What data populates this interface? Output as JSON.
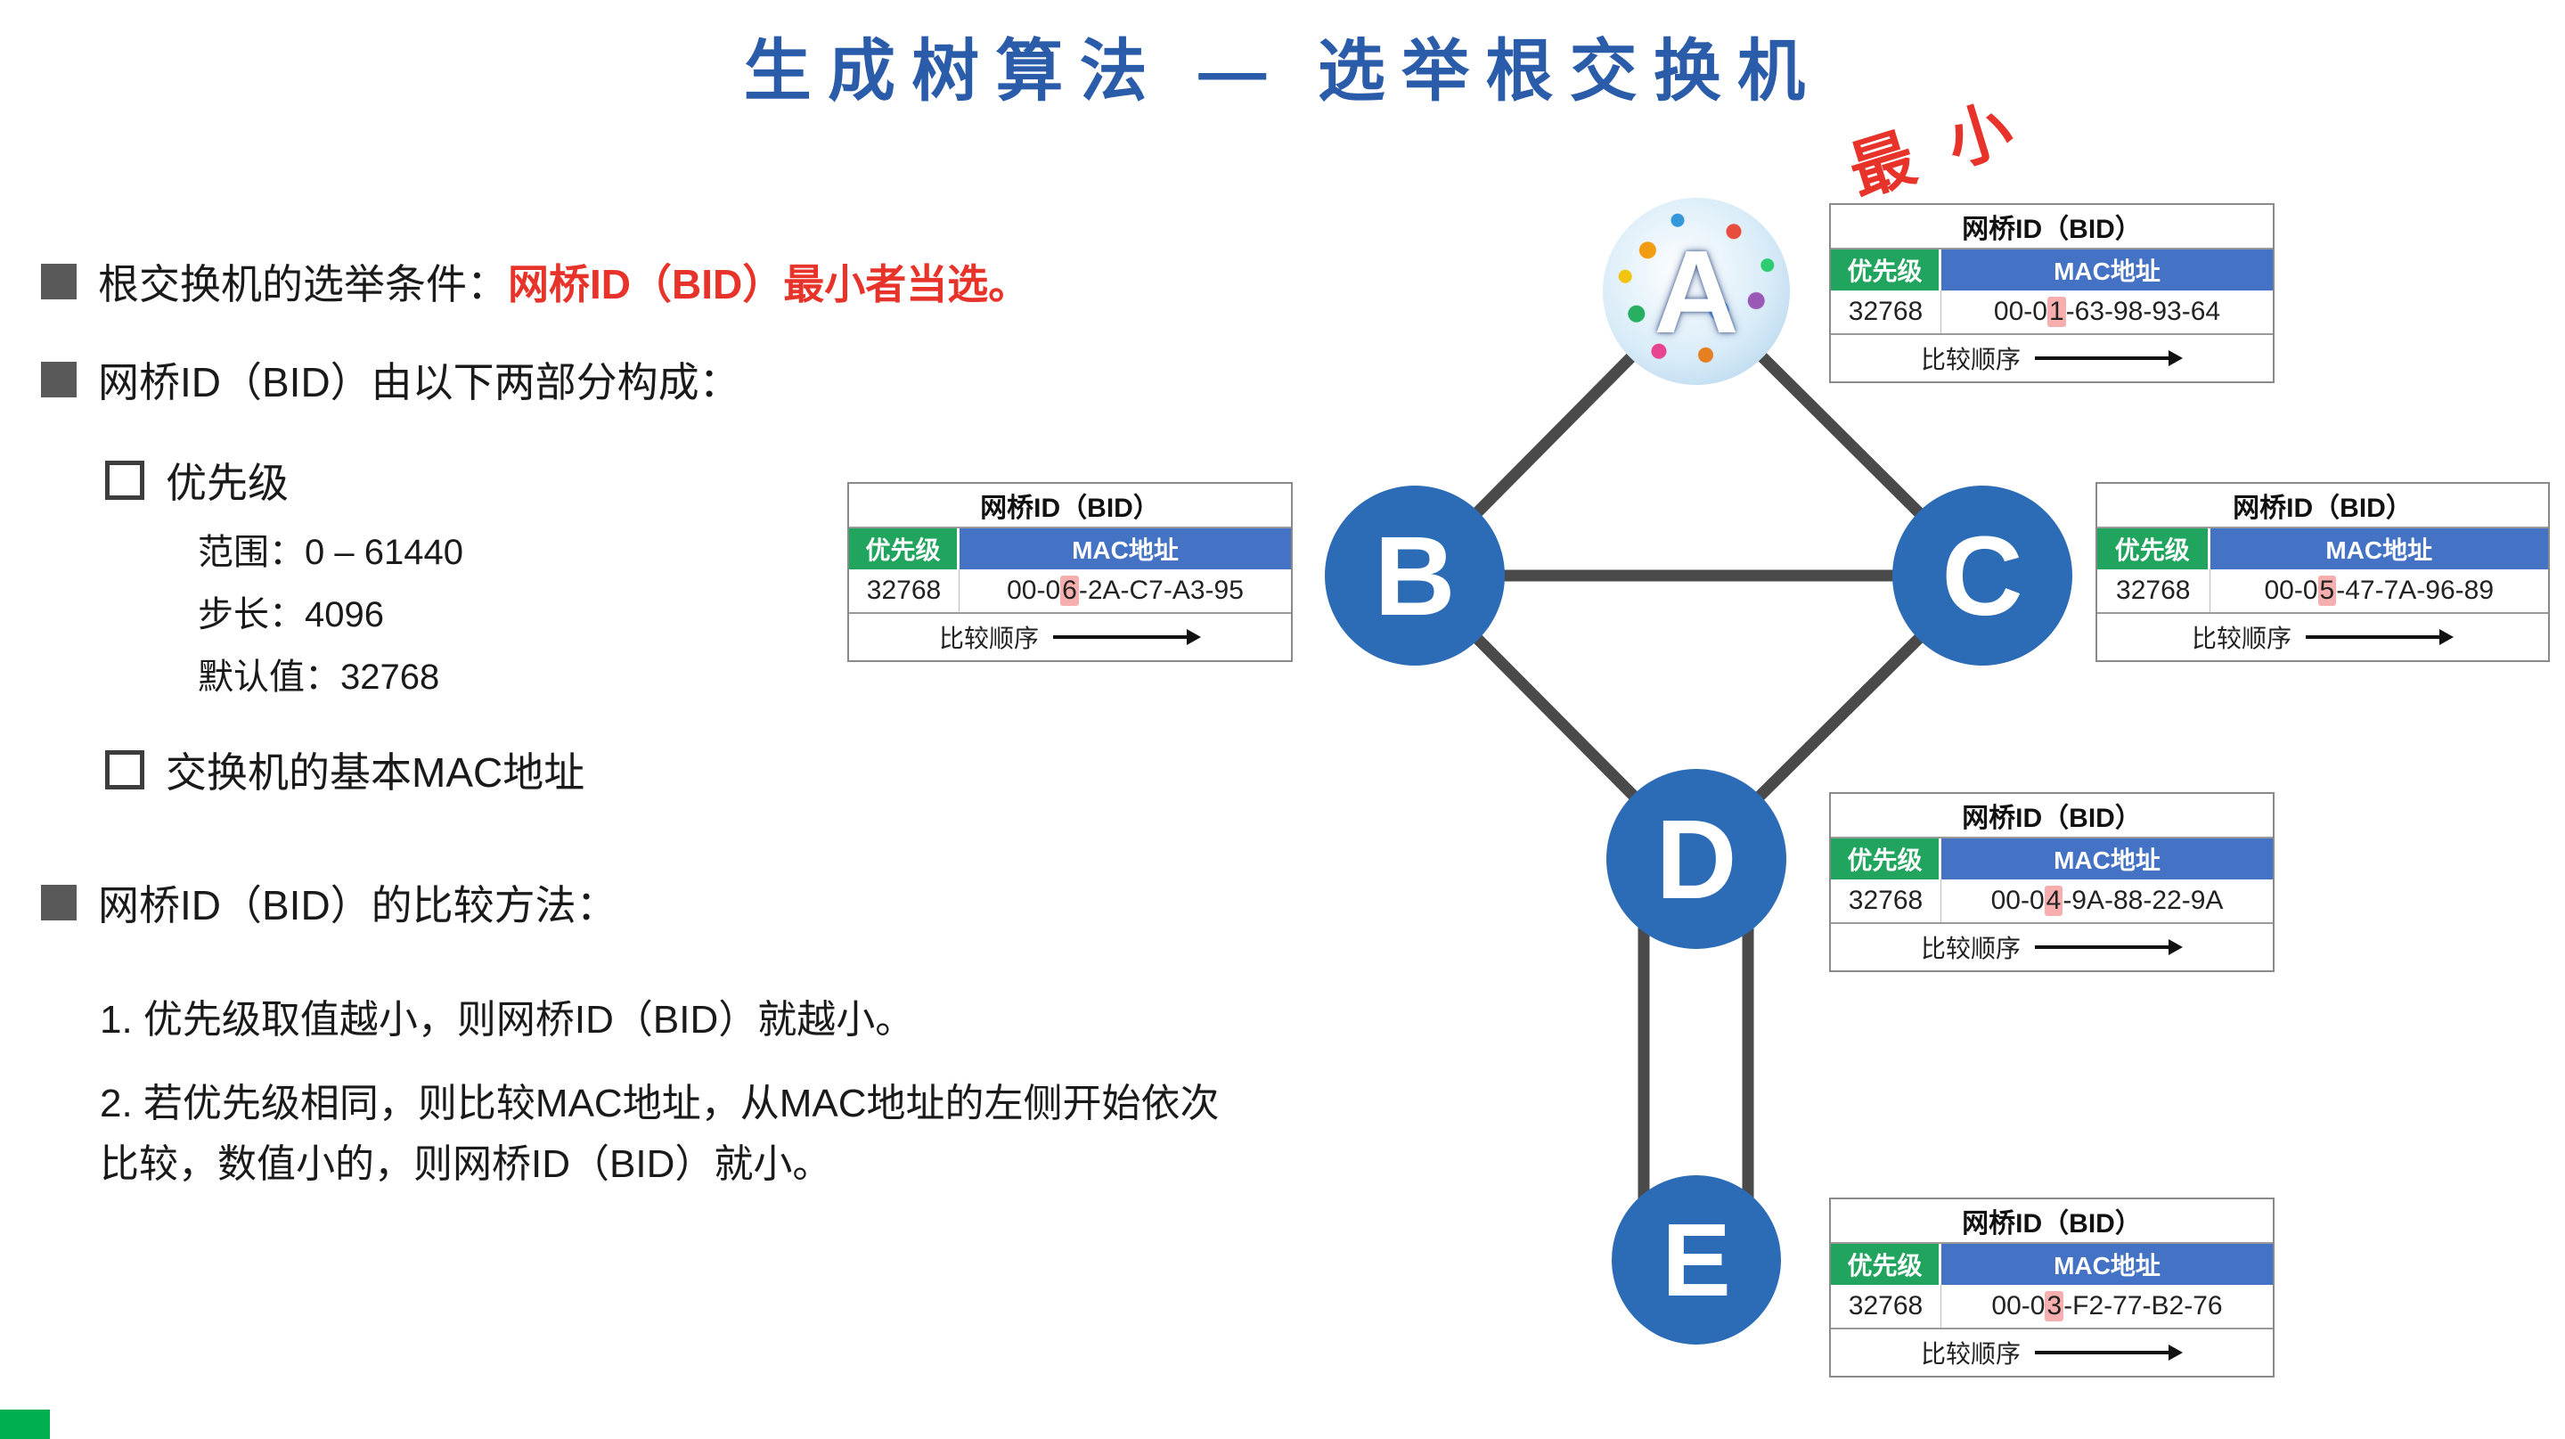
{
  "title": "生成树算法 — 选举根交换机",
  "left": {
    "bullet1_prefix": "根交换机的选举条件：",
    "bullet1_highlight": "网桥ID（BID）最小者当选。",
    "bullet2": "网桥ID（BID）由以下两部分构成：",
    "sub1_label": "优先级",
    "sub1_items": [
      "范围：0 – 61440",
      "步长：4096",
      "默认值：32768"
    ],
    "sub2_label": "交换机的基本MAC地址",
    "bullet3": "网桥ID（BID）的比较方法：",
    "method1": "1. 优先级取值越小，则网桥ID（BID）就越小。",
    "method2": "2. 若优先级相同，则比较MAC地址，从MAC地址的左侧开始依次比较，数值小的，则网桥ID（BID）就小。"
  },
  "annotation": {
    "min_label": "最 小"
  },
  "topology": {
    "nodes": [
      {
        "label": "A"
      },
      {
        "label": "B"
      },
      {
        "label": "C"
      },
      {
        "label": "D"
      },
      {
        "label": "E"
      }
    ]
  },
  "tables": [
    {
      "node": "A",
      "title": "网桥ID（BID）",
      "priority_label": "优先级",
      "mac_label": "MAC地址",
      "priority": "32768",
      "mac_pre": "00-0",
      "mac_hl": "1",
      "mac_post": "-63-98-93-64",
      "order_label": "比较顺序"
    },
    {
      "node": "B",
      "title": "网桥ID（BID）",
      "priority_label": "优先级",
      "mac_label": "MAC地址",
      "priority": "32768",
      "mac_pre": "00-0",
      "mac_hl": "6",
      "mac_post": "-2A-C7-A3-95",
      "order_label": "比较顺序"
    },
    {
      "node": "C",
      "title": "网桥ID（BID）",
      "priority_label": "优先级",
      "mac_label": "MAC地址",
      "priority": "32768",
      "mac_pre": "00-0",
      "mac_hl": "5",
      "mac_post": "-47-7A-96-89",
      "order_label": "比较顺序"
    },
    {
      "node": "D",
      "title": "网桥ID（BID）",
      "priority_label": "优先级",
      "mac_label": "MAC地址",
      "priority": "32768",
      "mac_pre": "00-0",
      "mac_hl": "4",
      "mac_post": "-9A-88-22-9A",
      "order_label": "比较顺序"
    },
    {
      "node": "E",
      "title": "网桥ID（BID）",
      "priority_label": "优先级",
      "mac_label": "MAC地址",
      "priority": "32768",
      "mac_pre": "00-0",
      "mac_hl": "3",
      "mac_post": "-F2-77-B2-76",
      "order_label": "比较顺序"
    }
  ],
  "colors": {
    "title_blue": "#2a5caa",
    "node_blue": "#2c6cb6",
    "priority_green": "#21a45d",
    "mac_blue": "#4472c4",
    "highlight_red": "#e8332a",
    "mac_highlight_bg": "#f7aeae",
    "edge_gray": "#4a4a4a",
    "footer_green": "#00b050"
  }
}
